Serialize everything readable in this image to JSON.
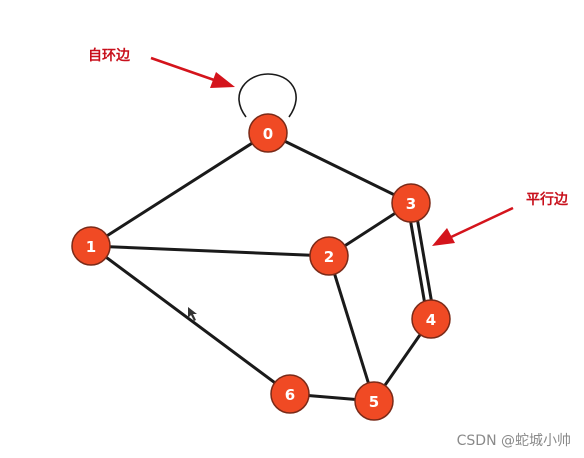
{
  "diagram": {
    "nodes": [
      {
        "id": "0",
        "label": "0"
      },
      {
        "id": "1",
        "label": "1"
      },
      {
        "id": "2",
        "label": "2"
      },
      {
        "id": "3",
        "label": "3"
      },
      {
        "id": "4",
        "label": "4"
      },
      {
        "id": "5",
        "label": "5"
      },
      {
        "id": "6",
        "label": "6"
      }
    ],
    "edges": [
      {
        "from": "0",
        "to": "1",
        "kind": "simple"
      },
      {
        "from": "0",
        "to": "3",
        "kind": "simple"
      },
      {
        "from": "1",
        "to": "2",
        "kind": "simple"
      },
      {
        "from": "1",
        "to": "6",
        "kind": "simple"
      },
      {
        "from": "2",
        "to": "3",
        "kind": "simple"
      },
      {
        "from": "2",
        "to": "5",
        "kind": "simple"
      },
      {
        "from": "3",
        "to": "4",
        "kind": "parallel"
      },
      {
        "from": "4",
        "to": "5",
        "kind": "simple"
      },
      {
        "from": "5",
        "to": "6",
        "kind": "simple"
      },
      {
        "from": "0",
        "to": "0",
        "kind": "self-loop"
      }
    ],
    "annotations": {
      "self_loop": "自环边",
      "parallel": "平行边"
    },
    "colors": {
      "node_fill": "#f04a24",
      "node_stroke": "#7a2a18",
      "edge": "#1a1a1a",
      "annotation": "#c8101c",
      "arrow": "#d4141c"
    }
  },
  "watermark": "CSDN @蛇城小帅"
}
